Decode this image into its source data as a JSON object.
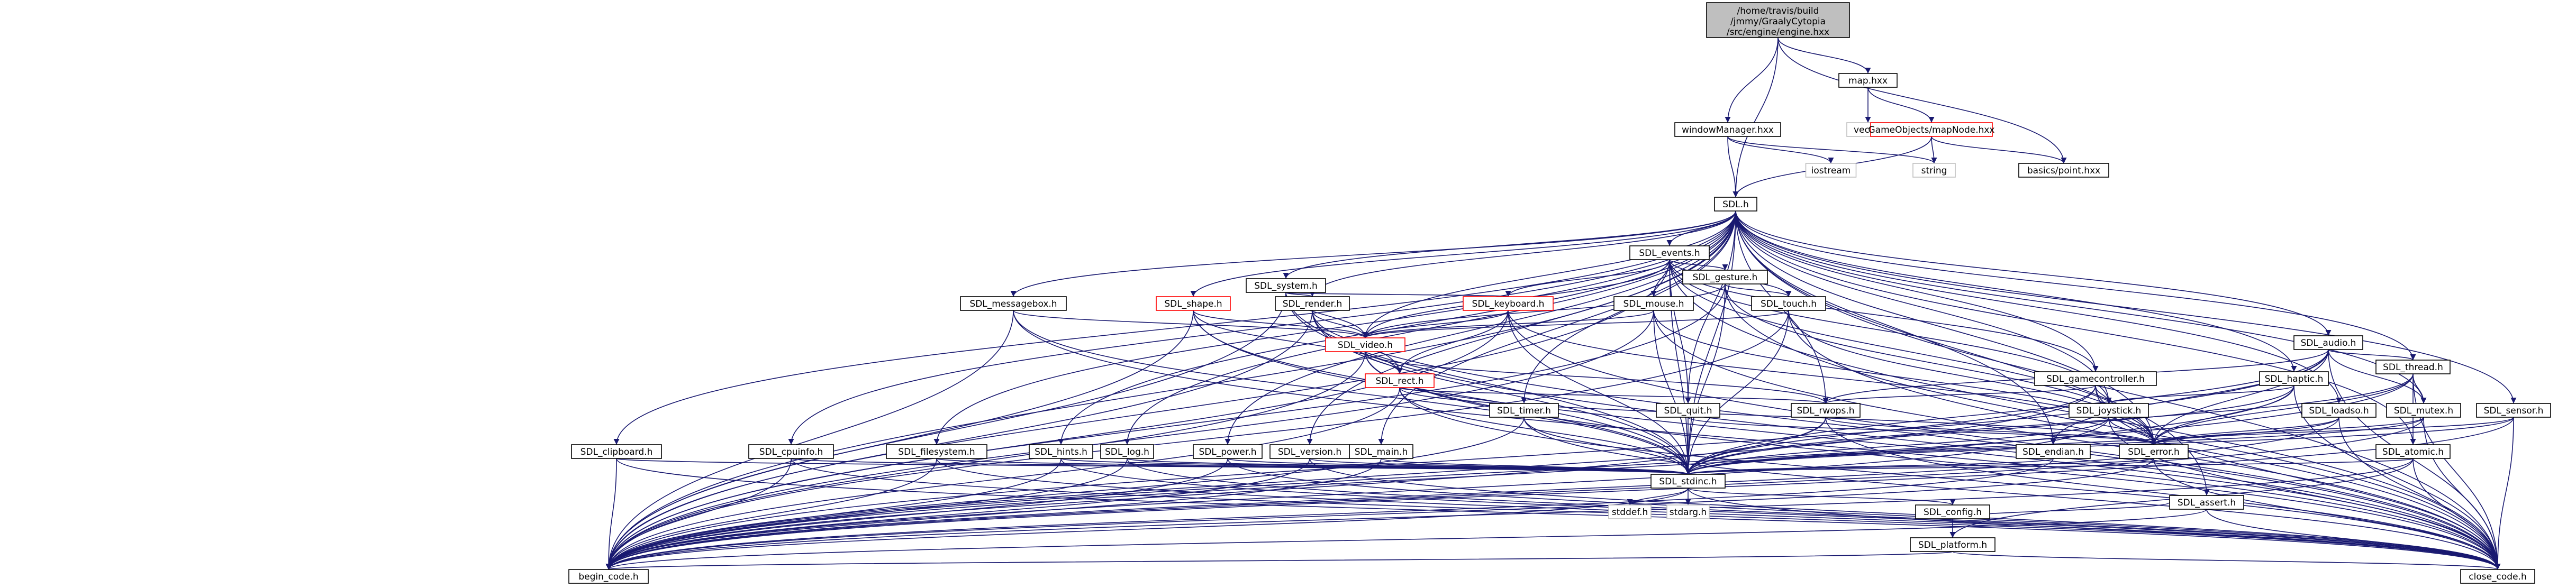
{
  "graph": {
    "root_label_lines": [
      "/home/travis/build",
      "/jmmy/GraalyCytopia",
      "/src/engine/engine.hxx"
    ],
    "nodes": {
      "map": "map.hxx",
      "windowManager": "windowManager.hxx",
      "vector": "vector",
      "mapNode": "GameObjects/mapNode.hxx",
      "iostream": "iostream",
      "string": "string",
      "basePoint": "basics/point.hxx",
      "SDL": "SDL.h",
      "events": "SDL_events.h",
      "gesture": "SDL_gesture.h",
      "system": "SDL_system.h",
      "touch": "SDL_touch.h",
      "keyboard": "SDL_keyboard.h",
      "mouse": "SDL_mouse.h",
      "messagebox": "SDL_messagebox.h",
      "shape": "SDL_shape.h",
      "render": "SDL_render.h",
      "video": "SDL_video.h",
      "audio": "SDL_audio.h",
      "thread": "SDL_thread.h",
      "rect": "SDL_rect.h",
      "gamecontroller": "SDL_gamecontroller.h",
      "haptic": "SDL_haptic.h",
      "timer": "SDL_timer.h",
      "quit": "SDL_quit.h",
      "rwops": "SDL_rwops.h",
      "joystick": "SDL_joystick.h",
      "loadso": "SDL_loadso.h",
      "mutex": "SDL_mutex.h",
      "sensor": "SDL_sensor.h",
      "clipboard": "SDL_clipboard.h",
      "cpuinfo": "SDL_cpuinfo.h",
      "filesystem": "SDL_filesystem.h",
      "hints": "SDL_hints.h",
      "log": "SDL_log.h",
      "power": "SDL_power.h",
      "version": "SDL_version.h",
      "main": "SDL_main.h",
      "endian": "SDL_endian.h",
      "error": "SDL_error.h",
      "atomic": "SDL_atomic.h",
      "stdinc": "SDL_stdinc.h",
      "assert": "SDL_assert.h",
      "stddef": "stddef.h",
      "stdarg": "stdarg.h",
      "config": "SDL_config.h",
      "platform": "SDL_platform.h",
      "begin": "begin_code.h",
      "close": "close_code.h"
    }
  }
}
